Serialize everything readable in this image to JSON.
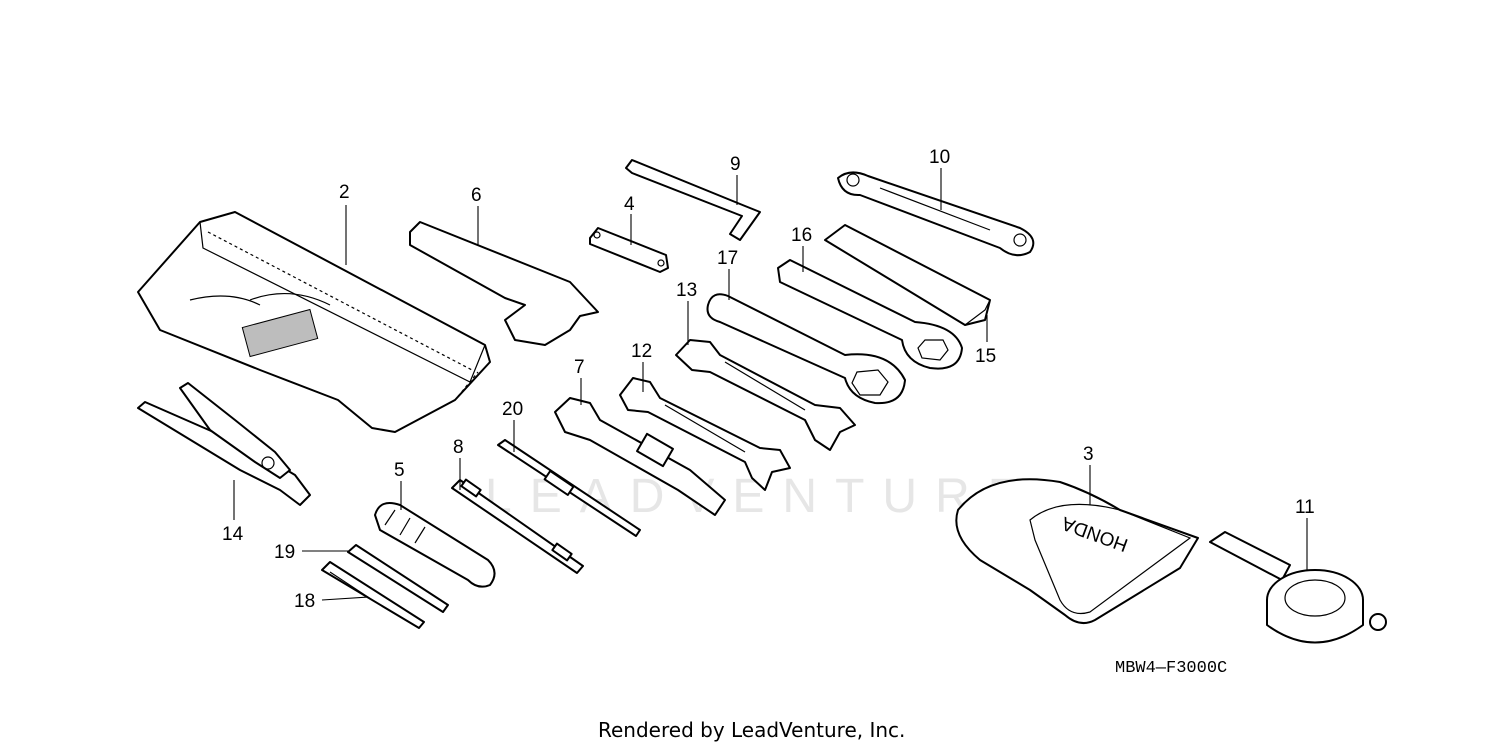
{
  "diagram": {
    "watermark": "LEADVENTURE",
    "diagram_code": "MBW4—F3000C",
    "footer": "Rendered by LeadVenture, Inc.",
    "stamp_text": "HONDA",
    "callouts": [
      "2",
      "6",
      "4",
      "9",
      "10",
      "16",
      "17",
      "13",
      "15",
      "12",
      "7",
      "20",
      "8",
      "5",
      "14",
      "19",
      "18",
      "3",
      "11"
    ]
  }
}
